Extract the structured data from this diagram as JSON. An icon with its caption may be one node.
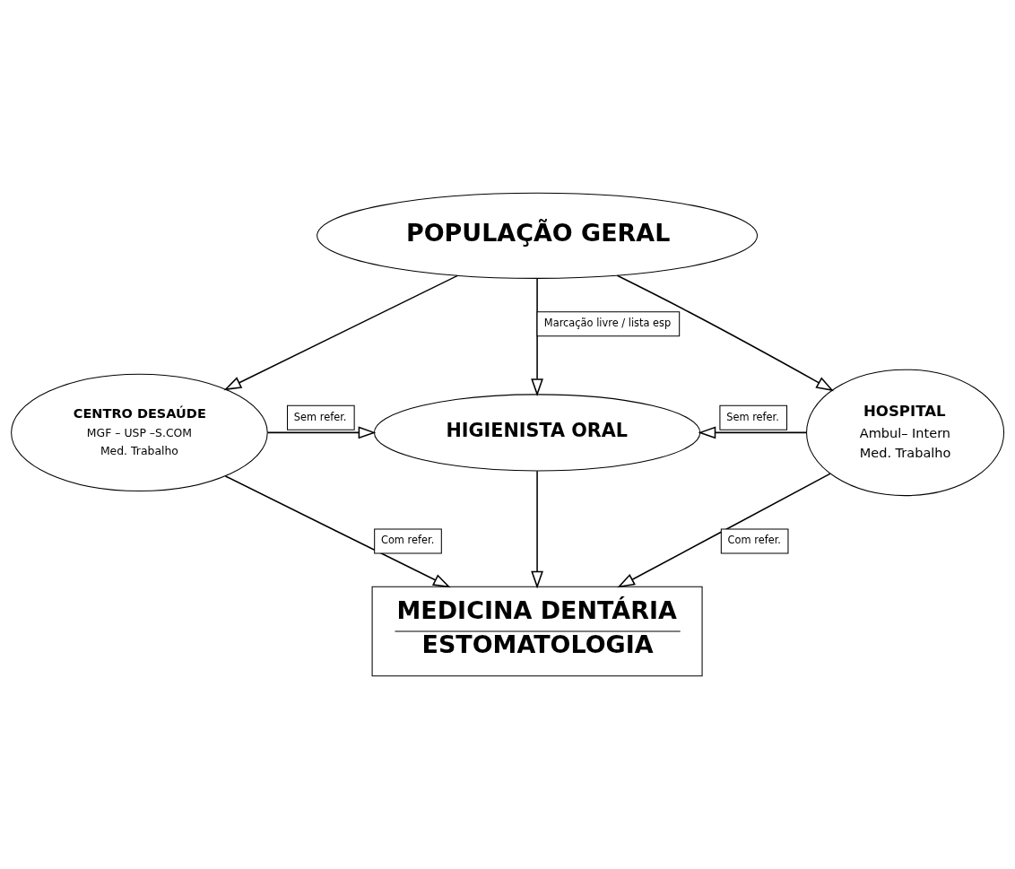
{
  "diagram": {
    "nodes": [
      {
        "text": [
          "POPULAÇÃO GERAL"
        ]
      },
      {
        "text": [
          "CENTRO DESAÚDE",
          "MGF – USP –S.COM",
          "Med. Trabalho"
        ]
      },
      {
        "text": [
          "HIGIENISTA ORAL"
        ]
      },
      {
        "text": [
          "HOSPITAL",
          "Ambul– Intern",
          "Med. Trabalho"
        ]
      },
      {
        "text": [
          "MEDICINA DENTÁRIA",
          "ESTOMATOLOGIA"
        ]
      }
    ],
    "edges": [
      {
        "from": 0,
        "to": 1,
        "arrow": "to"
      },
      {
        "from": 0,
        "to": 2,
        "arrow": "to",
        "label": "Marcação livre / lista esp"
      },
      {
        "from": 0,
        "to": 3,
        "arrow": "to"
      },
      {
        "from": 1,
        "to": 2,
        "arrow": "to",
        "label": "Sem refer."
      },
      {
        "from": 3,
        "to": 2,
        "arrow": "to",
        "label": "Sem refer."
      },
      {
        "from": 1,
        "to": 4,
        "arrow": "to",
        "label": "Com refer."
      },
      {
        "from": 2,
        "to": 4,
        "arrow": "to"
      },
      {
        "from": 3,
        "to": 4,
        "arrow": "to",
        "label": "Com refer."
      }
    ]
  }
}
